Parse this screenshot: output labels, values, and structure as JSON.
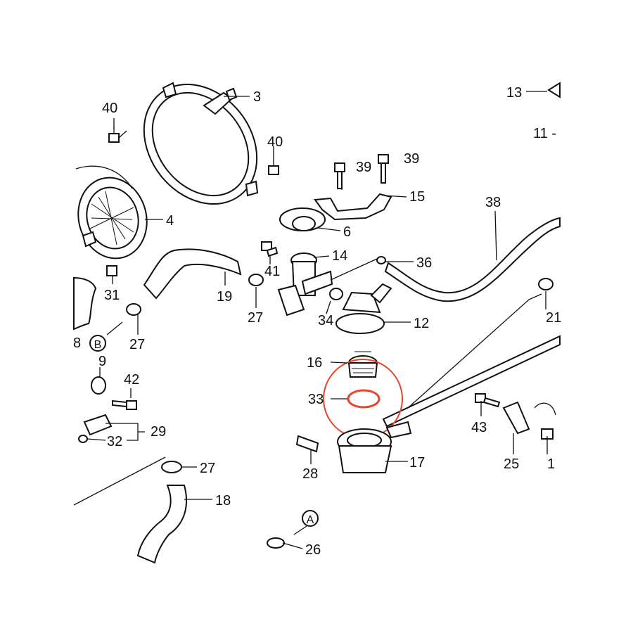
{
  "diagram": {
    "highlight_color": "#e8452c",
    "highlighted_part": "33",
    "callouts": {
      "c40a": "40",
      "c3": "3",
      "c40b": "40",
      "c4": "4",
      "c31": "31",
      "c19": "19",
      "c27a": "27",
      "c27b": "27",
      "c41": "41",
      "c39a": "39",
      "c39b": "39",
      "c15": "15",
      "c6": "6",
      "c14": "14",
      "c36": "36",
      "c38": "38",
      "c34": "34",
      "c12": "12",
      "c16": "16",
      "c33": "33",
      "c8": "8",
      "c9": "9",
      "c42": "42",
      "c29": "29",
      "c32": "32",
      "c43": "43",
      "c25": "25",
      "c28": "28",
      "c17": "17",
      "c27c": "27",
      "c18": "18",
      "c26": "26",
      "c13": "13",
      "c11": "11 -",
      "c21": "21",
      "c1": "1"
    },
    "ref_markers": {
      "b": "B",
      "a": "A"
    }
  }
}
